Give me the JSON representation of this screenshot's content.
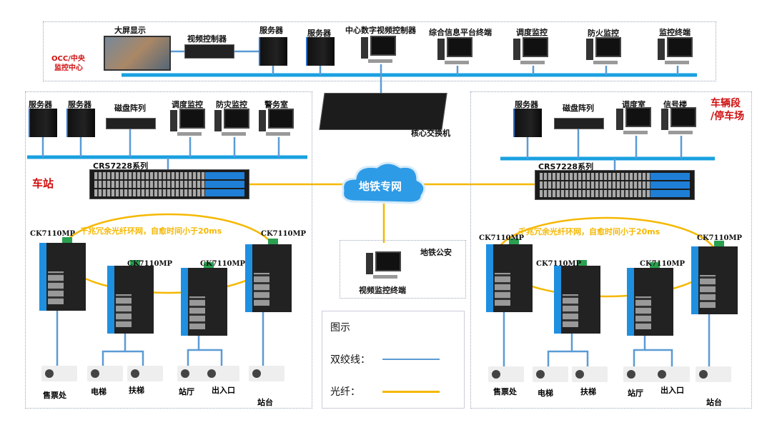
{
  "colors": {
    "twisted_pair": "#5b9bd5",
    "fiber": "#f5b800",
    "bus": "#1aa0e0",
    "label_red": "#d01010"
  },
  "occ": {
    "title": "OCC/中央\n监控中心",
    "title_line1": "OCC/中央",
    "title_line2": "监控中心",
    "devices": [
      "大屏显示",
      "视频控制器",
      "服务器",
      "服务器",
      "中心数字视频控制器",
      "综合信息平台终端",
      "调度监控",
      "防火监控",
      "监控终端"
    ]
  },
  "core": {
    "switch_label": "核心交换机",
    "cloud_label": "地铁专网"
  },
  "station": {
    "title": "车站",
    "devices": [
      "服务器",
      "服务器",
      "磁盘阵列",
      "调度监控",
      "防灾监控",
      "警务室"
    ],
    "switch_series": "CRS7228系列",
    "ring_label": "千兆冗余光纤环网，自愈时间小于20ms",
    "edge_switches": [
      "CK7110MP",
      "CK7110MP",
      "CK7110MP",
      "CK7110MP"
    ],
    "cameras": [
      "售票处",
      "电梯",
      "扶梯",
      "站厅",
      "出入口",
      "站台"
    ]
  },
  "depot": {
    "title_line1": "车辆段",
    "title_line2": "/停车场",
    "devices": [
      "服务器",
      "磁盘阵列",
      "调度室",
      "信号楼"
    ],
    "switch_series": "CRS7228系列",
    "ring_label": "千兆冗余光纤环网，自愈时间小于20ms",
    "edge_switches": [
      "CK7110MP",
      "CK7110MP",
      "CK7110MP",
      "CK7110MP"
    ],
    "cameras": [
      "售票处",
      "电梯",
      "扶梯",
      "站厅",
      "出入口",
      "站台"
    ]
  },
  "police": {
    "title": "地铁公安",
    "terminal": "视频监控终端"
  },
  "legend": {
    "title": "图示",
    "twisted_pair": "双绞线：",
    "fiber": "光纤："
  }
}
